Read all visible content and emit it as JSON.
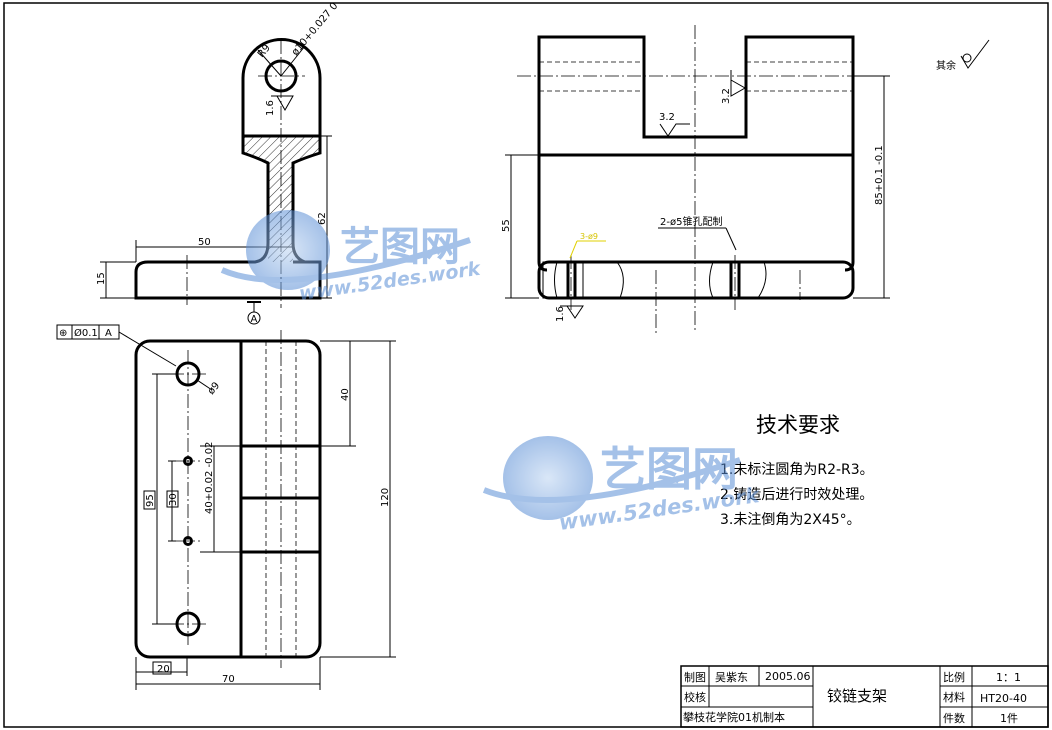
{
  "front_view": {
    "dim_width_top": "50",
    "dim_base_height": "15",
    "dim_height": "62",
    "radius_label": "R9",
    "bore_label": "ø10+0.027 0",
    "roughness": "1.6",
    "datum_label": "A"
  },
  "side_view": {
    "roughness_slot": "3.2",
    "roughness_top": "3.2",
    "roughness_bottom": "1.6",
    "dim_55": "55",
    "dim_85": "85+0.1 -0.1",
    "hole_note": "2-ø5锥孔配制",
    "yellow_note": "3-ø9"
  },
  "plan_view": {
    "fcf_symbol": "⊕",
    "fcf_tol": "Ø0.1",
    "fcf_datum": "A",
    "dim_40": "40",
    "dim_120": "120",
    "dim_95": "95",
    "dim_30": "30",
    "dim_40_tol": "40+0.02 -0.02",
    "dim_20": "20",
    "dim_70": "70",
    "hole_dia": "ø9"
  },
  "other_surfaces": "其余",
  "tech": {
    "title": "技术要求",
    "items": [
      "1.未标注圆角为R2-R3。",
      "2.铸造后进行时效处理。",
      "3.未注倒角为2X45°。"
    ]
  },
  "watermark": {
    "brand": "艺图网",
    "url": "www.52des.work"
  },
  "title_block": {
    "draw_label": "制图",
    "drawer": "吴紫东",
    "date": "2005.06",
    "check_label": "校核",
    "school": "攀枝花学院01机制本",
    "part_name": "铰链支架",
    "scale_label": "比例",
    "scale": "1：1",
    "material_label": "材料",
    "material": "HT20-40",
    "count_label": "件数",
    "count": "1件"
  },
  "colors": {
    "line": "#000000",
    "watermark_blue": "#5b8fd6",
    "note_yellow": "#e0d000"
  }
}
